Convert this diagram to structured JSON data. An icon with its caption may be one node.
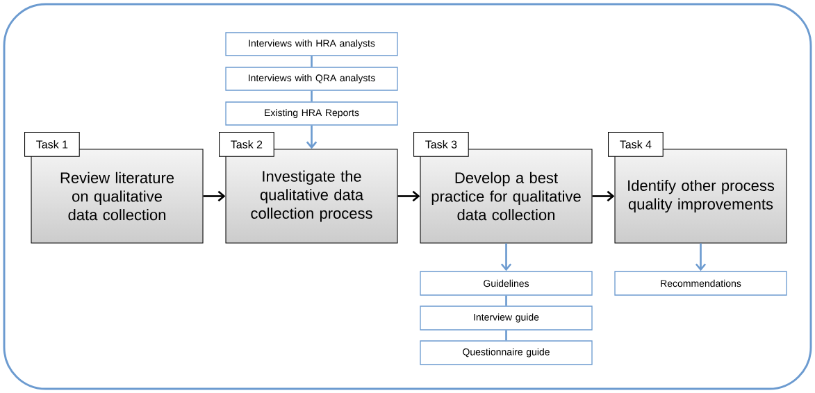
{
  "diagram": {
    "nodes": [
      {
        "text": [
          "Task 1",
          "Review literature on qualitative data collection"
        ]
      },
      {
        "text": [
          "Task 2",
          "Investigate the qualitative data collection process"
        ]
      },
      {
        "text": [
          "Task 3",
          "Develop a best practice for qualitative data collection"
        ]
      },
      {
        "text": [
          "Task 4",
          "Identify other process quality improvements"
        ]
      },
      {
        "text": [
          "Interviews with HRA analysts"
        ]
      },
      {
        "text": [
          "Interviews with QRA analysts"
        ]
      },
      {
        "text": [
          "Existing HRA Reports"
        ]
      },
      {
        "text": [
          "Guidelines"
        ]
      },
      {
        "text": [
          "Interview guide"
        ]
      },
      {
        "text": [
          "Questionnaire guide"
        ]
      },
      {
        "text": [
          "Recommendations"
        ]
      }
    ],
    "edges": [
      {
        "from": 0,
        "to": 1,
        "arrow": "to",
        "color": "#000000"
      },
      {
        "from": 1,
        "to": 2,
        "arrow": "to",
        "color": "#000000"
      },
      {
        "from": 2,
        "to": 3,
        "arrow": "to",
        "color": "#000000"
      },
      {
        "from": 4,
        "to": 5,
        "arrow": "none"
      },
      {
        "from": 5,
        "to": 6,
        "arrow": "none"
      },
      {
        "from": 6,
        "to": 1,
        "arrow": "to"
      },
      {
        "from": 2,
        "to": 7,
        "arrow": "to"
      },
      {
        "from": 7,
        "to": 8,
        "arrow": "none"
      },
      {
        "from": 8,
        "to": 9,
        "arrow": "none"
      },
      {
        "from": 3,
        "to": 10,
        "arrow": "to"
      }
    ]
  }
}
